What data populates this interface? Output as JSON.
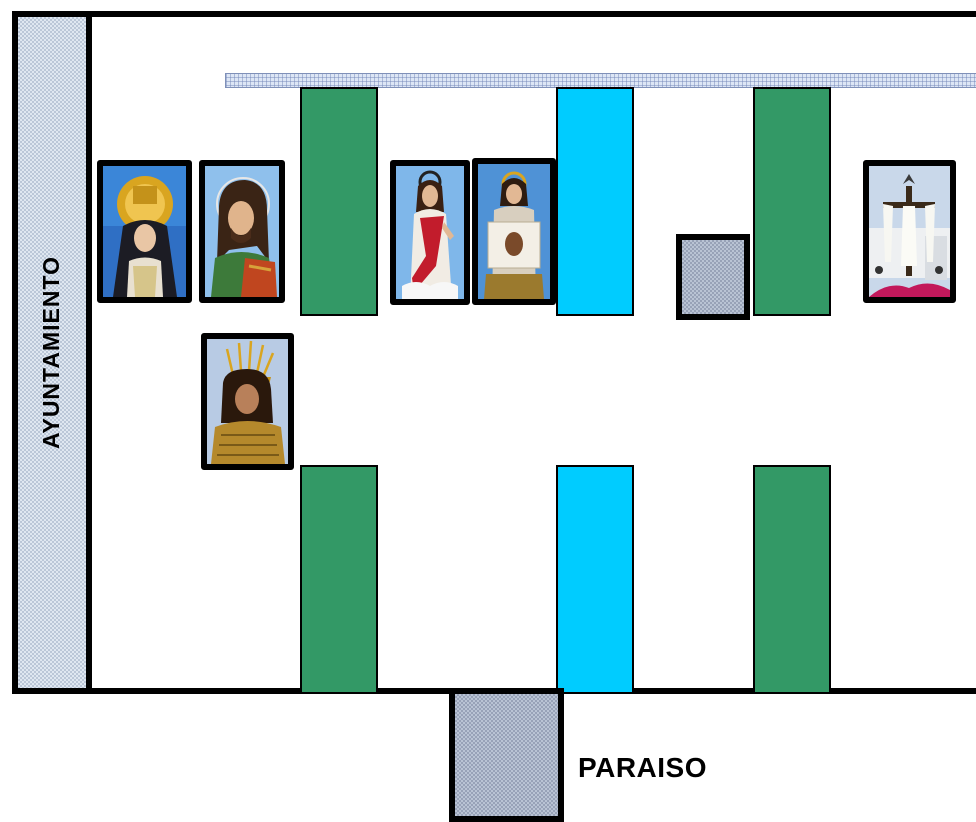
{
  "labels": {
    "ayuntamiento": "AYUNTAMIENTO",
    "paraiso": "PARAISO"
  },
  "colors": {
    "stand_green": "#339966",
    "stand_cyan": "#00ccff",
    "border": "#000000"
  },
  "images": [
    "virgin-with-golden-crown",
    "saint-john-portrait",
    "christ-with-crown-of-thorns",
    "saint-with-red-mantle",
    "veronica-with-veil",
    "cross-with-white-shroud"
  ]
}
